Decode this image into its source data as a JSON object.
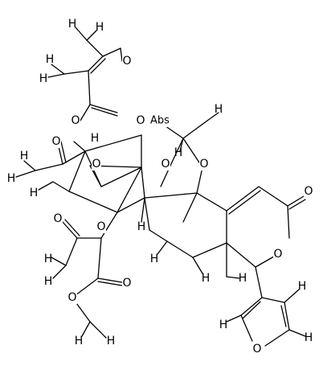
{
  "structure": {
    "colors": {
      "ink": "#000000",
      "background": "#ffffff"
    },
    "stereo_label": "Abs",
    "atoms": {
      "o_tiglate_ester": "O",
      "o_tiglate_carbonyl": "O",
      "o_acetyl_left": "O",
      "o_epoxide": "O",
      "o_acetate_bridge": "O",
      "o_acetate_carbonyl": "O",
      "o_methyl_ester_carbonyl": "O",
      "o_methyl_ester": "O",
      "o_orthoester_top": "O",
      "o_orthoester_left": "O",
      "o_orthoester_right": "O",
      "o_lactone_carbonyl": "O",
      "o_lactone_ring": "O",
      "o_furan": "O"
    },
    "hydrogens": "H"
  }
}
